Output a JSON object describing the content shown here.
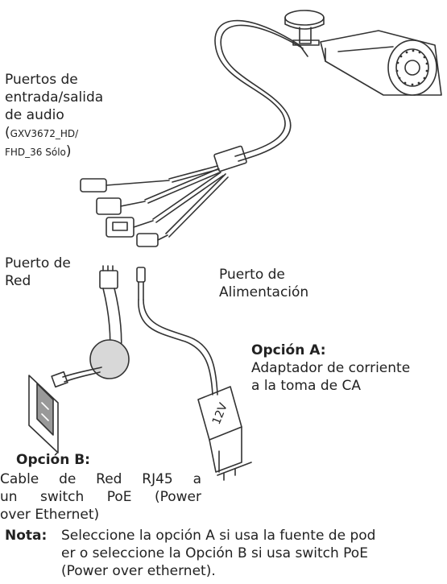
{
  "labels": {
    "audio_line1": "Puertos de",
    "audio_line2": "entrada/salida",
    "audio_line3": "de audio",
    "audio_open": "(",
    "audio_models_line1": "GXV3672_HD/",
    "audio_models_line2": "FHD_36 Sólo",
    "audio_close": ")",
    "network_line1": "Puerto de",
    "network_line2": "Red",
    "power_line1": "Puerto de",
    "power_line2": "Alimentación",
    "option_a_title": "Opción A:",
    "option_a_line1": "Adaptador de corriente",
    "option_a_line2": "a la toma de CA",
    "option_b_title": "Opción B:",
    "option_b_line1": "Cable de Red RJ45 a",
    "option_b_line2": "un switch PoE (Power",
    "option_b_line3": "over Ethernet)",
    "adapter_voltage": "12V"
  },
  "note": {
    "title": "Nota:",
    "line1": "Seleccione la opción A si usa la fuente de pod",
    "line2": "er o seleccione la Opción B si usa switch PoE",
    "line3": "(Power over ethernet)."
  },
  "colors": {
    "ink": "#222222",
    "line": "#333333",
    "gray_disc": "#d8d8d8"
  }
}
